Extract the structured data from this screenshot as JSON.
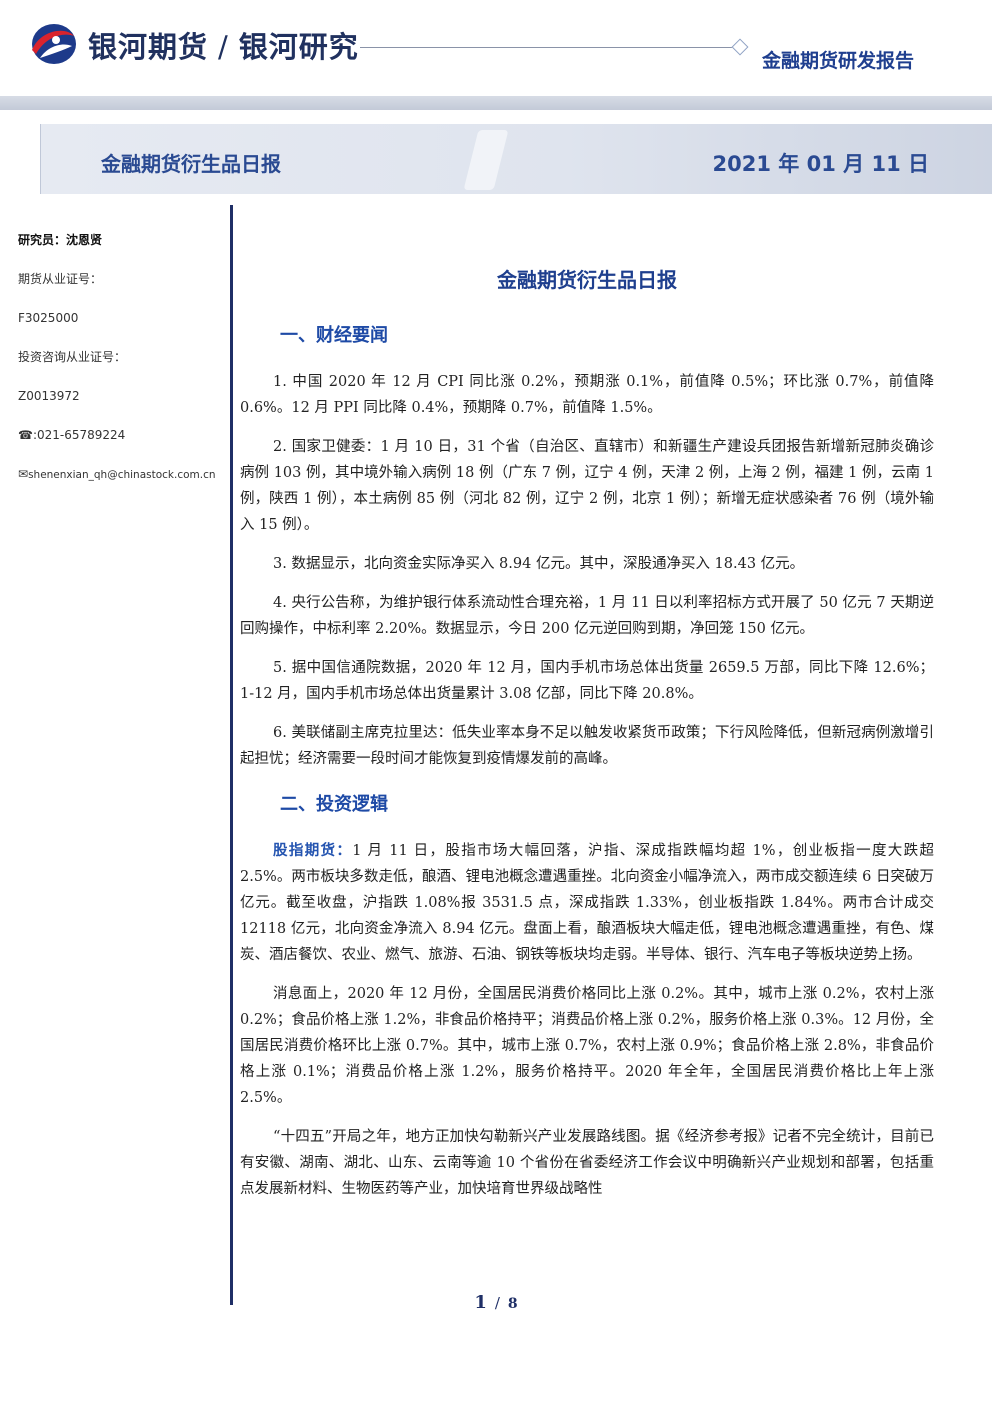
{
  "header": {
    "brand": "银河期货",
    "sub_brand": "银河研究",
    "report_type": "金融期货研发报告"
  },
  "banner": {
    "title": "金融期货衍生品日报",
    "date": "2021 年 01 月 11 日"
  },
  "sidebar": {
    "analyst": "研究员：沈恩贤",
    "futures_cert_label": "期货从业证号：",
    "futures_cert": "F3025000",
    "consult_cert_label": "投资咨询从业证号：",
    "consult_cert": "Z0013972",
    "phone": "☎:021-65789224",
    "email": "shenenxian_qh@chinastock.com.cn"
  },
  "document": {
    "title": "金融期货衍生品日报",
    "section1": "一、财经要闻",
    "news": [
      "1. 中国 2020 年 12 月 CPI 同比涨 0.2%，预期涨 0.1%，前值降 0.5%；环比涨 0.7%，前值降 0.6%。12 月 PPI 同比降 0.4%，预期降 0.7%，前值降 1.5%。",
      "2. 国家卫健委：1 月 10 日，31 个省（自治区、直辖市）和新疆生产建设兵团报告新增新冠肺炎确诊病例 103 例，其中境外输入病例 18 例（广东 7 例，辽宁 4 例，天津 2 例，上海 2 例，福建 1 例，云南 1 例，陕西 1 例），本土病例 85 例（河北 82 例，辽宁 2 例，北京 1 例）；新增无症状感染者 76 例（境外输入 15 例）。",
      "3. 数据显示，北向资金实际净买入 8.94 亿元。其中，深股通净买入 18.43 亿元。",
      "4. 央行公告称，为维护银行体系流动性合理充裕，1 月 11 日以利率招标方式开展了 50 亿元 7 天期逆回购操作，中标利率 2.20%。数据显示，今日 200 亿元逆回购到期，净回笼 150 亿元。",
      "5. 据中国信通院数据，2020 年 12 月，国内手机市场总体出货量 2659.5 万部，同比下降 12.6%；  1-12 月，国内手机市场总体出货量累计 3.08 亿部，同比下降 20.8%。",
      "6. 美联储副主席克拉里达：低失业率本身不足以触发收紧货币政策；下行风险降低，但新冠病例激增引起担忧；经济需要一段时间才能恢复到疫情爆发前的高峰。"
    ],
    "section2": "二、投资逻辑",
    "logic_lead": "股指期货：",
    "logic": [
      "1 月 11 日，股指市场大幅回落，沪指、深成指跌幅均超 1%，创业板指一度大跌超 2.5%。两市板块多数走低，酿酒、锂电池概念遭遇重挫。北向资金小幅净流入，两市成交额连续 6 日突破万亿元。截至收盘，沪指跌 1.08%报 3531.5 点，深成指跌 1.33%，创业板指跌 1.84%。两市合计成交 12118 亿元，北向资金净流入 8.94 亿元。盘面上看，酿酒板块大幅走低，锂电池概念遭遇重挫，有色、煤炭、酒店餐饮、农业、燃气、旅游、石油、钢铁等板块均走弱。半导体、银行、汽车电子等板块逆势上扬。",
      "消息面上，2020 年 12 月份，全国居民消费价格同比上涨 0.2%。其中，城市上涨 0.2%，农村上涨 0.2%；食品价格上涨 1.2%，非食品价格持平；消费品价格上涨 0.2%，服务价格上涨 0.3%。12 月份，全国居民消费价格环比上涨 0.7%。其中，城市上涨 0.7%，农村上涨 0.9%；食品价格上涨 2.8%，非食品价格上涨 0.1%；消费品价格上涨 1.2%，服务价格持平。2020 年全年，全国居民消费价格比上年上涨 2.5%。",
      "“十四五”开局之年，地方正加快勾勒新兴产业发展路线图。据《经济参考报》记者不完全统计，目前已有安徽、湖南、湖北、山东、云南等逾 10 个省份在省委经济工作会议中明确新兴产业规划和部署，包括重点发展新材料、生物医药等产业，加快培育世界级战略性"
    ]
  },
  "footer": {
    "page": "1",
    "separator": "/",
    "total": "8"
  }
}
